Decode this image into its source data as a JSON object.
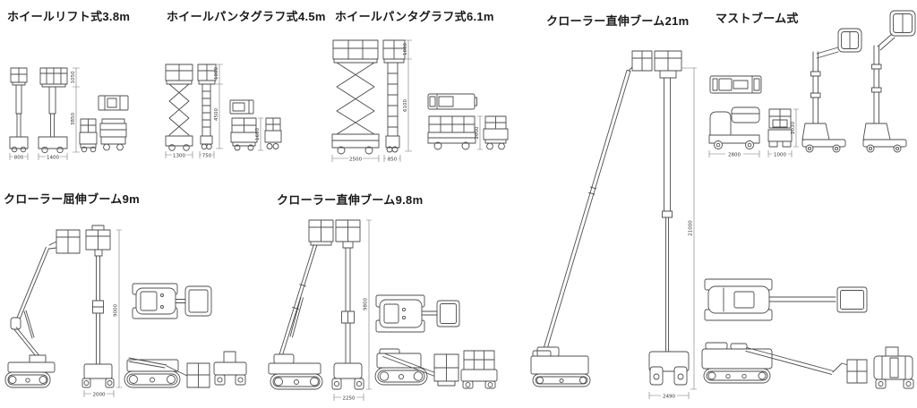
{
  "page": {
    "background": "#ffffff",
    "line_color": "#4d4d4d"
  },
  "groups": {
    "wheel_lift_38": {
      "title": "ホイールリフト式3.8m",
      "dims": {
        "front_width": "800",
        "side_length": "1400",
        "basket_height": "1050",
        "overall_height": "3850"
      }
    },
    "pantograph_45": {
      "title": "ホイールパンタグラフ式4.5m",
      "dims": {
        "front_width": "1300",
        "side_width": "750",
        "basket_height": "1000",
        "overall_height": "4500",
        "stowed_height": "1650"
      }
    },
    "pantograph_61": {
      "title": "ホイールパンタグラフ式6.1m",
      "dims": {
        "front_width": "2500",
        "side_width": "850",
        "basket_height": "1000",
        "overall_height": "6100",
        "stowed_height": "2000"
      }
    },
    "crawler_straight_21": {
      "title": "クローラー直伸ブーム21m",
      "dims": {
        "overall_height": "21000",
        "front_width": "2490"
      }
    },
    "mast_boom": {
      "title": "マストブーム式",
      "dims": {
        "side_length": "2800",
        "front_width": "1000",
        "stowed_height": "2030"
      }
    },
    "crawler_knuckle_9": {
      "title": "クローラー屈伸ブーム9m",
      "dims": {
        "overall_height": "9000",
        "front_width": "2000"
      }
    },
    "crawler_straight_98": {
      "title": "クローラー直伸ブーム9.8m",
      "dims": {
        "overall_height": "9800",
        "front_width": "2250"
      }
    }
  }
}
